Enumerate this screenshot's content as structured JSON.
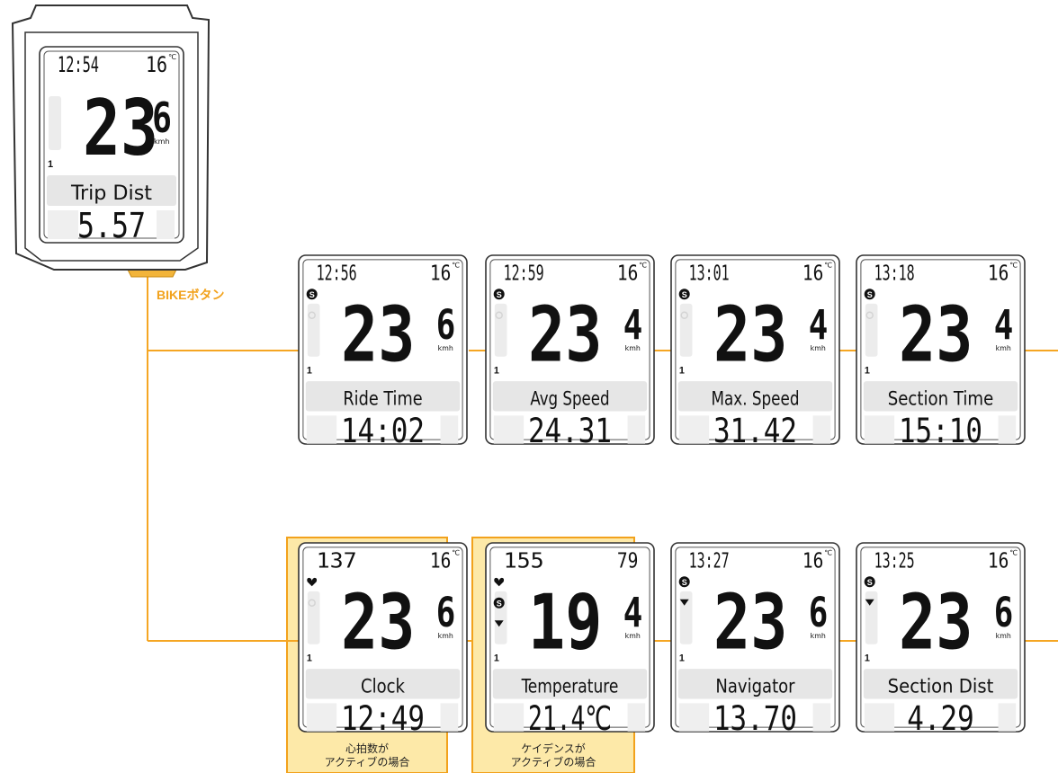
{
  "button_label": "BIKEボタン",
  "colors": {
    "accent": "#f2a21c",
    "highlight_fill": "#fde9a8",
    "line": "#f5a623"
  },
  "device": {
    "time": "12:54",
    "temp": "16",
    "temp_unit": "℃",
    "speed_main": "23",
    "speed_decimal": "6",
    "unit": "kmh",
    "label": "Trip Dist",
    "value": "5.57"
  },
  "screens": [
    {
      "time": "12:56",
      "temp": "16",
      "temp_unit": "℃",
      "speed_main": "23",
      "speed_decimal": "6",
      "unit": "kmh",
      "label": "Ride Time",
      "value": "14:02",
      "icons": [
        "s-icon",
        "sun-icon"
      ]
    },
    {
      "time": "12:59",
      "temp": "16",
      "temp_unit": "℃",
      "speed_main": "23",
      "speed_decimal": "4",
      "unit": "kmh",
      "label": "Avg Speed",
      "value": "24.31",
      "icons": [
        "s-icon",
        "sun-icon"
      ]
    },
    {
      "time": "13:01",
      "temp": "16",
      "temp_unit": "℃",
      "speed_main": "23",
      "speed_decimal": "4",
      "unit": "kmh",
      "label": "Max. Speed",
      "value": "31.42",
      "icons": [
        "s-icon",
        "sun-icon"
      ]
    },
    {
      "time": "13:18",
      "temp": "16",
      "temp_unit": "℃",
      "speed_main": "23",
      "speed_decimal": "4",
      "unit": "kmh",
      "label": "Section Time",
      "value": "15:10",
      "icons": [
        "s-icon",
        "sun-icon"
      ]
    },
    {
      "time": "137",
      "temp": "16",
      "temp_unit": "℃",
      "speed_main": "23",
      "speed_decimal": "6",
      "unit": "kmh",
      "label": "Clock",
      "value": "12:49",
      "icons": [
        "heart-icon",
        "sun-icon"
      ],
      "note": [
        "心拍数が",
        "アクティブの場合"
      ]
    },
    {
      "time": "155",
      "temp": "79",
      "temp_unit": "",
      "speed_main": "19",
      "speed_decimal": "4",
      "unit": "kmh",
      "label": "Temperature",
      "value": "21.4℃",
      "icons": [
        "heart-icon",
        "s-icon",
        "down-arrow-icon"
      ],
      "note": [
        "ケイデンスが",
        "アクティブの場合"
      ]
    },
    {
      "time": "13:27",
      "temp": "16",
      "temp_unit": "℃",
      "speed_main": "23",
      "speed_decimal": "6",
      "unit": "kmh",
      "label": "Navigator",
      "value": "13.70",
      "icons": [
        "s-icon",
        "down-arrow-icon"
      ]
    },
    {
      "time": "13:25",
      "temp": "16",
      "temp_unit": "℃",
      "speed_main": "23",
      "speed_decimal": "6",
      "unit": "kmh",
      "label": "Section Dist",
      "value": "4.29",
      "icons": [
        "s-icon",
        "down-arrow-icon"
      ]
    }
  ]
}
